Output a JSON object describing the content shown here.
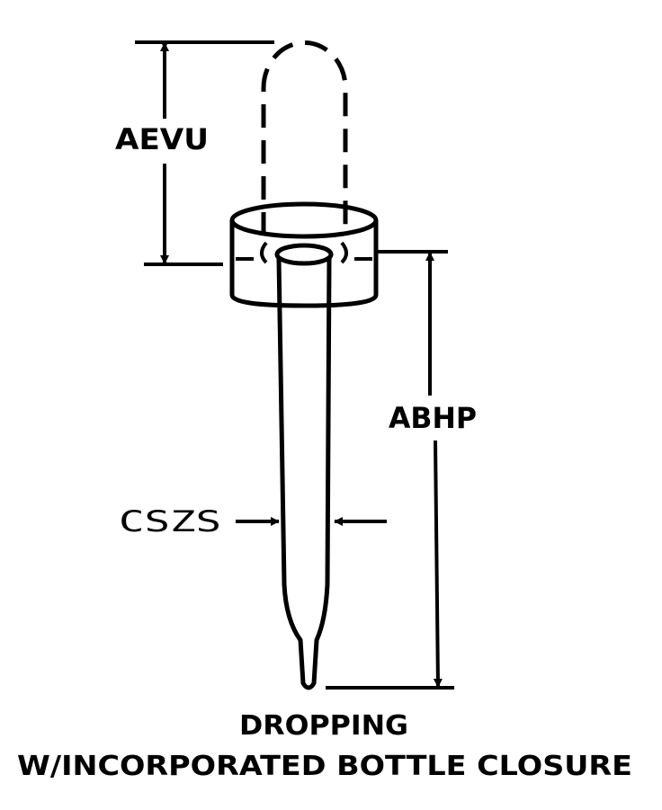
{
  "dimensions": {
    "top_height": "AEVU",
    "body_length": "ABHP",
    "tube_diameter": "CSZS"
  },
  "caption": {
    "line1": "DROPPING",
    "line2": "W/INCORPORATED BOTTLE CLOSURE"
  },
  "colors": {
    "ink": "#000000",
    "background": "#ffffff"
  }
}
